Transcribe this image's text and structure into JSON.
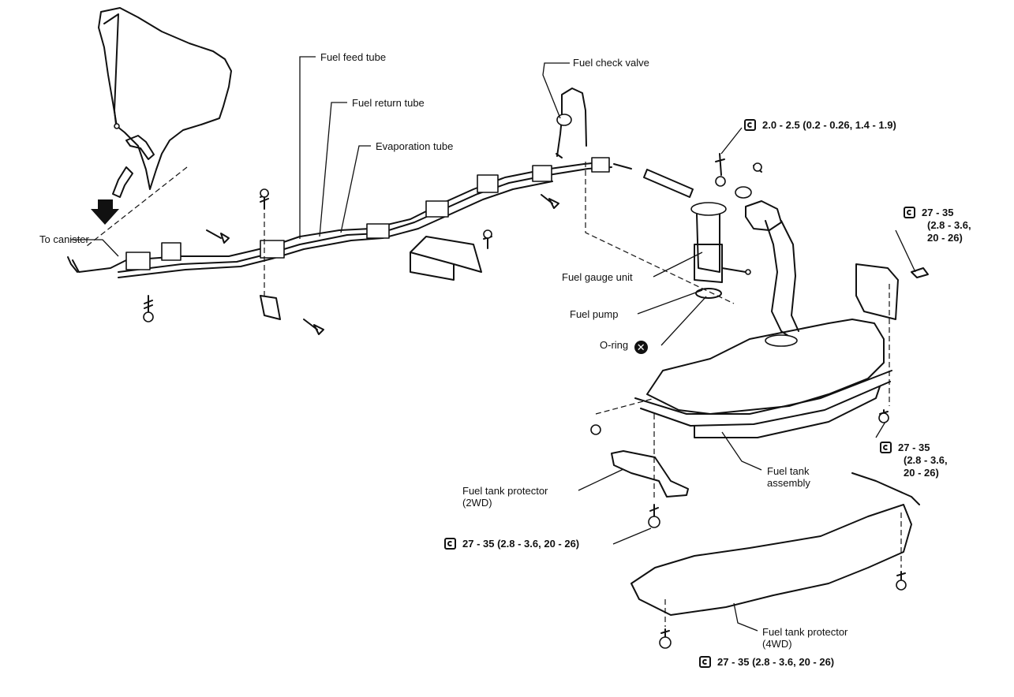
{
  "labels": {
    "fuel_feed_tube": "Fuel feed tube",
    "fuel_return_tube": "Fuel return tube",
    "evaporation_tube": "Evaporation tube",
    "fuel_check_valve": "Fuel check valve",
    "to_canister": "To canister",
    "fuel_gauge_unit": "Fuel gauge unit",
    "fuel_pump": "Fuel pump",
    "o_ring": "O-ring",
    "fuel_tank_assembly_l1": "Fuel tank",
    "fuel_tank_assembly_l2": "assembly",
    "protector_2wd_l1": "Fuel tank protector",
    "protector_2wd_l2": "(2WD)",
    "protector_4wd_l1": "Fuel tank protector",
    "protector_4wd_l2": "(4WD)"
  },
  "torque": {
    "top": "2.0 - 2.5 (0.2 - 0.26, 1.4 - 1.9)",
    "bracket_l1": "27 - 35",
    "bracket_l2": "(2.8 - 3.6,",
    "bracket_l3": "20 - 26)",
    "tank_l1": "27 - 35",
    "tank_l2": "(2.8 - 3.6,",
    "tank_l3": "20 - 26)",
    "protector_2wd": "27 - 35 (2.8 - 3.6, 20 - 26)",
    "protector_4wd": "27 - 35 (2.8 - 3.6, 20 - 26)"
  },
  "icons": {
    "torque": "torque-wrench-icon",
    "replace": "do-not-reuse-x-icon"
  }
}
